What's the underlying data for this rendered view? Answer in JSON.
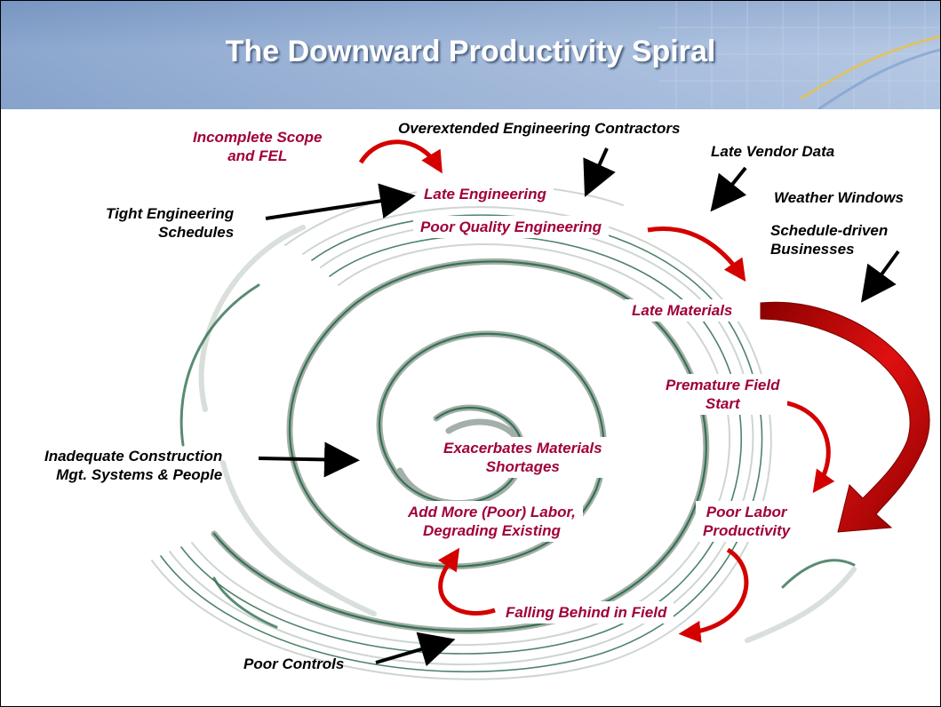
{
  "title": "The Downward Productivity Spiral",
  "colors": {
    "header": "#9fb6d8",
    "title_text": "#ffffff",
    "effect_text": "#a0003a",
    "cause_text": "#000000",
    "arrow_red": "#d40000",
    "spiral_green": "#2f6e4f"
  },
  "causes": {
    "incomplete_scope": "Incomplete Scope\nand FEL",
    "overextended_contractors": "Overextended Engineering Contractors",
    "late_vendor_data": "Late Vendor Data",
    "tight_schedules": "Tight Engineering\nSchedules",
    "weather_windows": "Weather Windows",
    "schedule_driven": "Schedule-driven\nBusinesses",
    "inadequate_construction": "Inadequate Construction\nMgt. Systems & People",
    "poor_controls": "Poor Controls"
  },
  "effects": {
    "late_engineering": "Late Engineering",
    "poor_quality_engineering": "Poor Quality Engineering",
    "late_materials": "Late Materials",
    "premature_field_start": "Premature Field\nStart",
    "exacerbates_shortages": "Exacerbates Materials\nShortages",
    "add_more_labor": "Add More (Poor) Labor,\nDegrading Existing",
    "poor_labor_productivity": "Poor Labor\nProductivity",
    "falling_behind": "Falling Behind in Field"
  }
}
